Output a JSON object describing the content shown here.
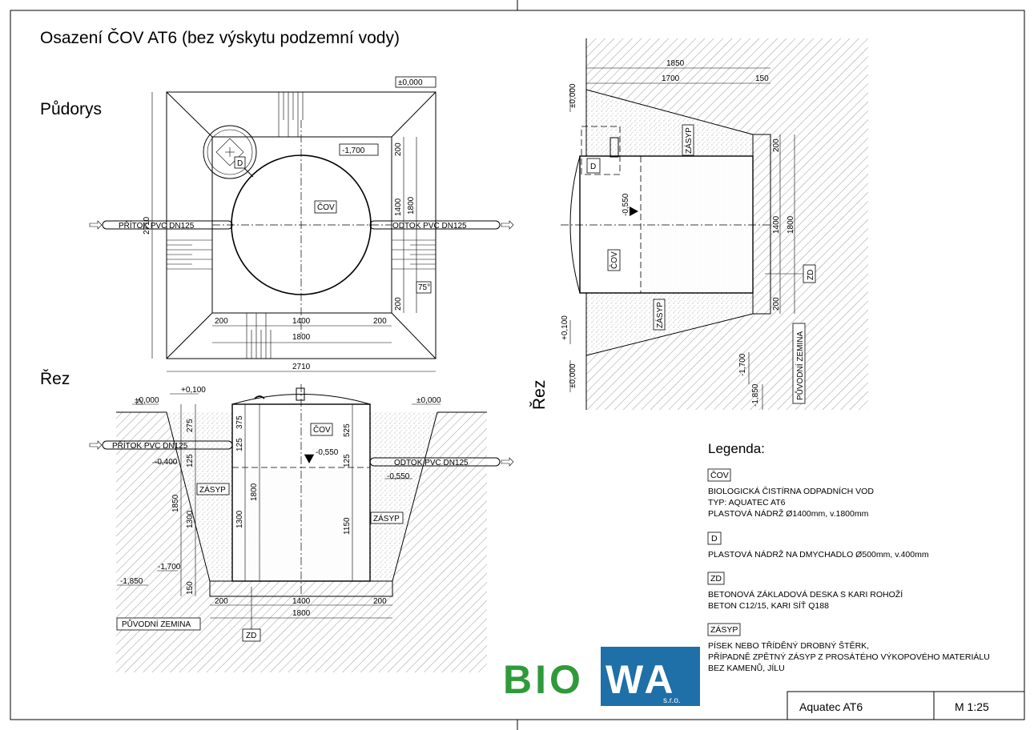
{
  "title": "Osazení ČOV AT6 (bez výskytu podzemní vody)",
  "plan": {
    "heading": "Půdorys",
    "level_box": "±0,000",
    "depth_box": "-1,700",
    "label_cov": "ČOV",
    "label_d": "D",
    "inlet": "PŘÍTOK PVC DN125",
    "outlet": "ODTOK PVC DN125",
    "dim_2710_v": "2710",
    "dim_2710_h": "2710",
    "dim_1800_v": "1800",
    "dim_1400_v": "1400",
    "dim_200_top": "200",
    "dim_200_bot": "200",
    "dim_200_l": "200",
    "dim_1400_h": "1400",
    "dim_200_r": "200",
    "dim_1800_h": "1800",
    "angle": "75°"
  },
  "section1": {
    "heading": "Řez",
    "lvl_left": "±0,000",
    "lvl_plus": "+0,100",
    "lvl_right": "±0,000",
    "lvl_m0400": "-0,400",
    "lvl_m0550_in": "-0,550",
    "lvl_m0550": "-0,550",
    "lvl_m1700": "-1,700",
    "lvl_m1850": "-1,850",
    "inlet": "PŘÍTOK PVC DN125",
    "outlet": "ODTOK PVC DN125",
    "label_cov": "ČOV",
    "zasyp_l": "ZÁSYP",
    "zasyp_r": "ZÁSYP",
    "puvodni": "PŮVODNÍ ZEMINA",
    "zd": "ZD",
    "d275": "275",
    "d125a": "125",
    "d1850": "1850",
    "d1300a": "1300",
    "d150": "150",
    "d375": "375",
    "d125b": "125",
    "d1800": "1800",
    "d1300b": "1300",
    "d525": "525",
    "d125c": "125",
    "d1150": "1150",
    "b200l": "200",
    "b1400": "1400",
    "b200r": "200",
    "b1800": "1800"
  },
  "section2": {
    "heading": "Řez",
    "d1850": "1850",
    "d1700": "1700",
    "d150": "150",
    "lvl_top": "±0,000",
    "lvl_p0100": "+0,100",
    "lvl_zero": "±0,000",
    "lvl_m0550": "-0,550",
    "lvl_m1700": "-1,700",
    "lvl_m1850": "-1,850",
    "label_d": "D",
    "label_cov": "ČOV",
    "zasyp_top": "ZÁSYP",
    "zasyp_bot": "ZÁSYP",
    "zd": "ZD",
    "puvodni": "PŮVODNÍ ZEMINA",
    "d200a": "200",
    "d1400": "1400",
    "d1800": "1800",
    "d200b": "200"
  },
  "legend": {
    "heading": "Legenda:",
    "items": [
      {
        "tag": "ČOV",
        "lines": [
          "BIOLOGICKÁ ČISTÍRNA ODPADNÍCH VOD",
          "TYP: AQUATEC AT6",
          "PLASTOVÁ NÁDRŽ Ø1400mm, v.1800mm"
        ]
      },
      {
        "tag": "D",
        "lines": [
          "PLASTOVÁ NÁDRŽ NA DMYCHADLO Ø500mm, v.400mm"
        ]
      },
      {
        "tag": "ZD",
        "lines": [
          "BETONOVÁ ZÁKLADOVÁ DESKA S KARI ROHOŽÍ",
          "BETON C12/15, KARI SÍŤ Q188"
        ]
      },
      {
        "tag": "ZÁSYP",
        "lines": [
          "PÍSEK NEBO TŘÍDĚNÝ DROBNÝ ŠTĚRK,",
          "PŘÍPADNĚ ZPĚTNÝ ZÁSYP Z PROSÁTÉHO VÝKOPOVÉHO MATERIÁLU",
          "BEZ KAMENŮ, JÍLU"
        ]
      }
    ]
  },
  "logo": {
    "text_green": "BIO",
    "text_blue": "WA",
    "sub": "s.r.o.",
    "green": "#2e9a3a",
    "blue": "#1f6fa8"
  },
  "titleblock": {
    "name": "Aquatec AT6",
    "scale": "M 1:25"
  }
}
